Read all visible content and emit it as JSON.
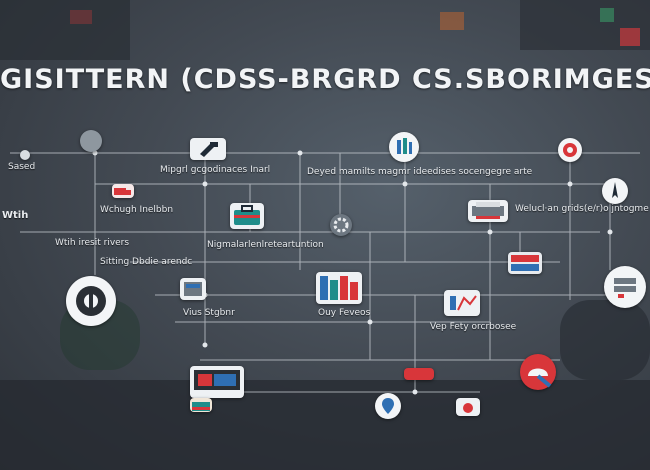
{
  "title": "GISITTERN (CDSS-BRGRD CS.SBORIMGESC STO",
  "labels": {
    "sased": "Sased",
    "mipgrl": "Mipgrl gcgodinaces Inarl",
    "deyed": "Deyed mamilts magmr ideedises socengegre arte",
    "wchugh": "Wchugh Inelbbn",
    "welucl": "Welucl·an grids(e/r)o jntogme",
    "wtih": "Wtih iresit rivers",
    "nigmal": "Nigmalarlenlreteartuntion",
    "siting": "Sitting Dbdie arendc",
    "vius": "Vius Stgbnr",
    "ouy": "Ouy Feveos",
    "vep": "Vep Fety orcrbosee",
    "left_strip": "Wtih"
  },
  "colors": {
    "background": "#3a3f47",
    "line": "#c9ced4",
    "accent_red": "#d8363a",
    "accent_blue": "#2f6fb3",
    "accent_teal": "#1f8d8a"
  }
}
